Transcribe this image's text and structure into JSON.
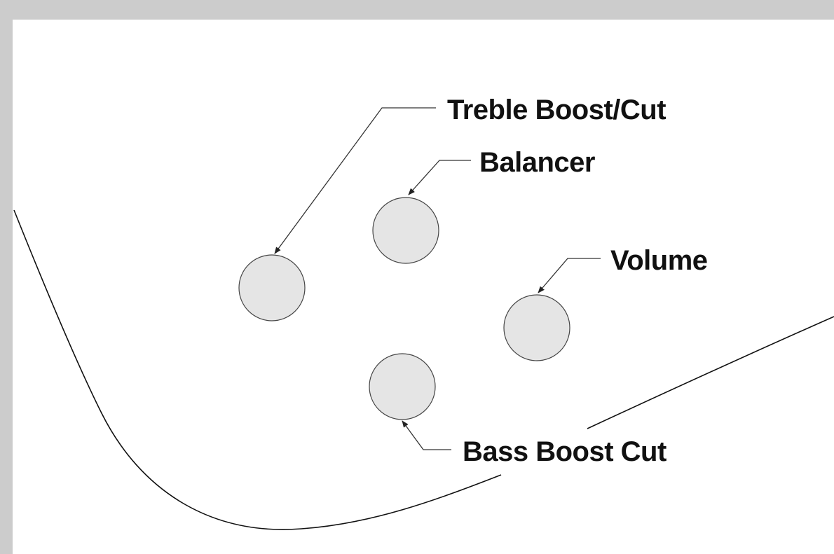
{
  "diagram": {
    "controls": [
      {
        "id": "treble",
        "label": "Treble Boost/Cut"
      },
      {
        "id": "balancer",
        "label": "Balancer"
      },
      {
        "id": "volume",
        "label": "Volume"
      },
      {
        "id": "bass",
        "label": "Bass Boost Cut"
      }
    ],
    "colors": {
      "frame": "#cccccc",
      "panel": "#ffffff",
      "knob_fill": "#e5e5e5",
      "outline": "#111111"
    }
  }
}
